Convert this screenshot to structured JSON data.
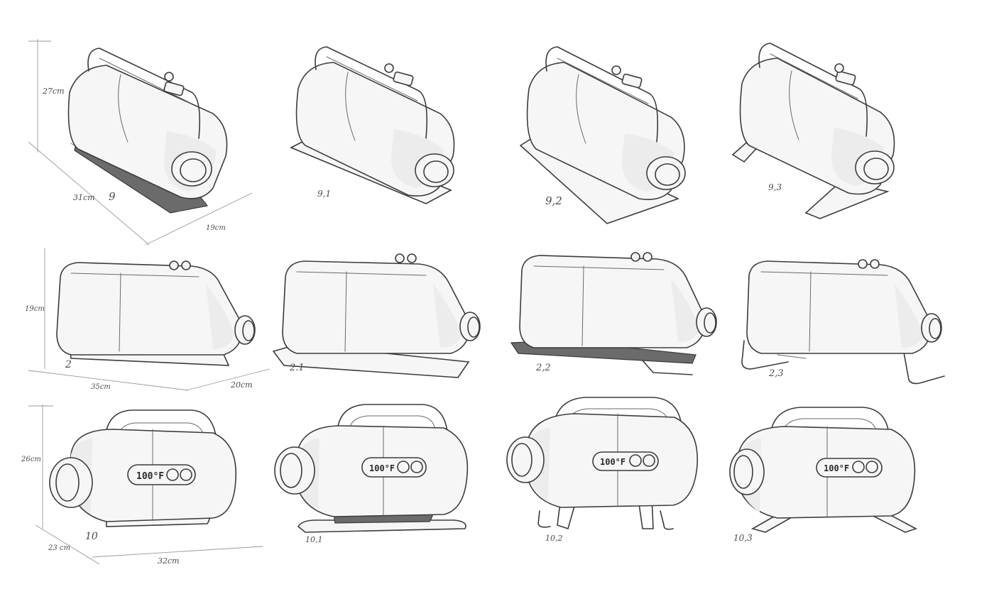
{
  "sheet": {
    "colors": {
      "ink": "#3c3c3c",
      "paper": "#ffffff",
      "shade": "#ececec",
      "band": "#6b6b6b"
    },
    "rows": [
      {
        "dimensions": {
          "height": "27cm",
          "length": "31cm",
          "width": "19cm"
        },
        "variants": [
          {
            "label": "9",
            "base": "band-stand"
          },
          {
            "label": "9,1",
            "base": "flat-plate-band"
          },
          {
            "label": "9,2",
            "base": "slanted-plate"
          },
          {
            "label": "9,3",
            "base": "bent-legs"
          }
        ]
      },
      {
        "dimensions": {
          "height": "19cm",
          "length": "35cm",
          "width": "20cm"
        },
        "variants": [
          {
            "label": "2",
            "base": "plinth"
          },
          {
            "label": "2.1",
            "base": "flat-plate"
          },
          {
            "label": "2,2",
            "base": "band-sled"
          },
          {
            "label": "2,3",
            "base": "tube-legs"
          }
        ]
      },
      {
        "dimensions": {
          "height": "26cm",
          "length": "32cm",
          "width": "23 cm"
        },
        "variants": [
          {
            "label": "10",
            "base": "plinth",
            "display": "100°F"
          },
          {
            "label": "10,1",
            "base": "band-plate",
            "display": "100°F"
          },
          {
            "label": "10,2",
            "base": "frame",
            "display": "100°F"
          },
          {
            "label": "10,3",
            "base": "x-legs",
            "display": "100°F"
          }
        ]
      }
    ]
  }
}
